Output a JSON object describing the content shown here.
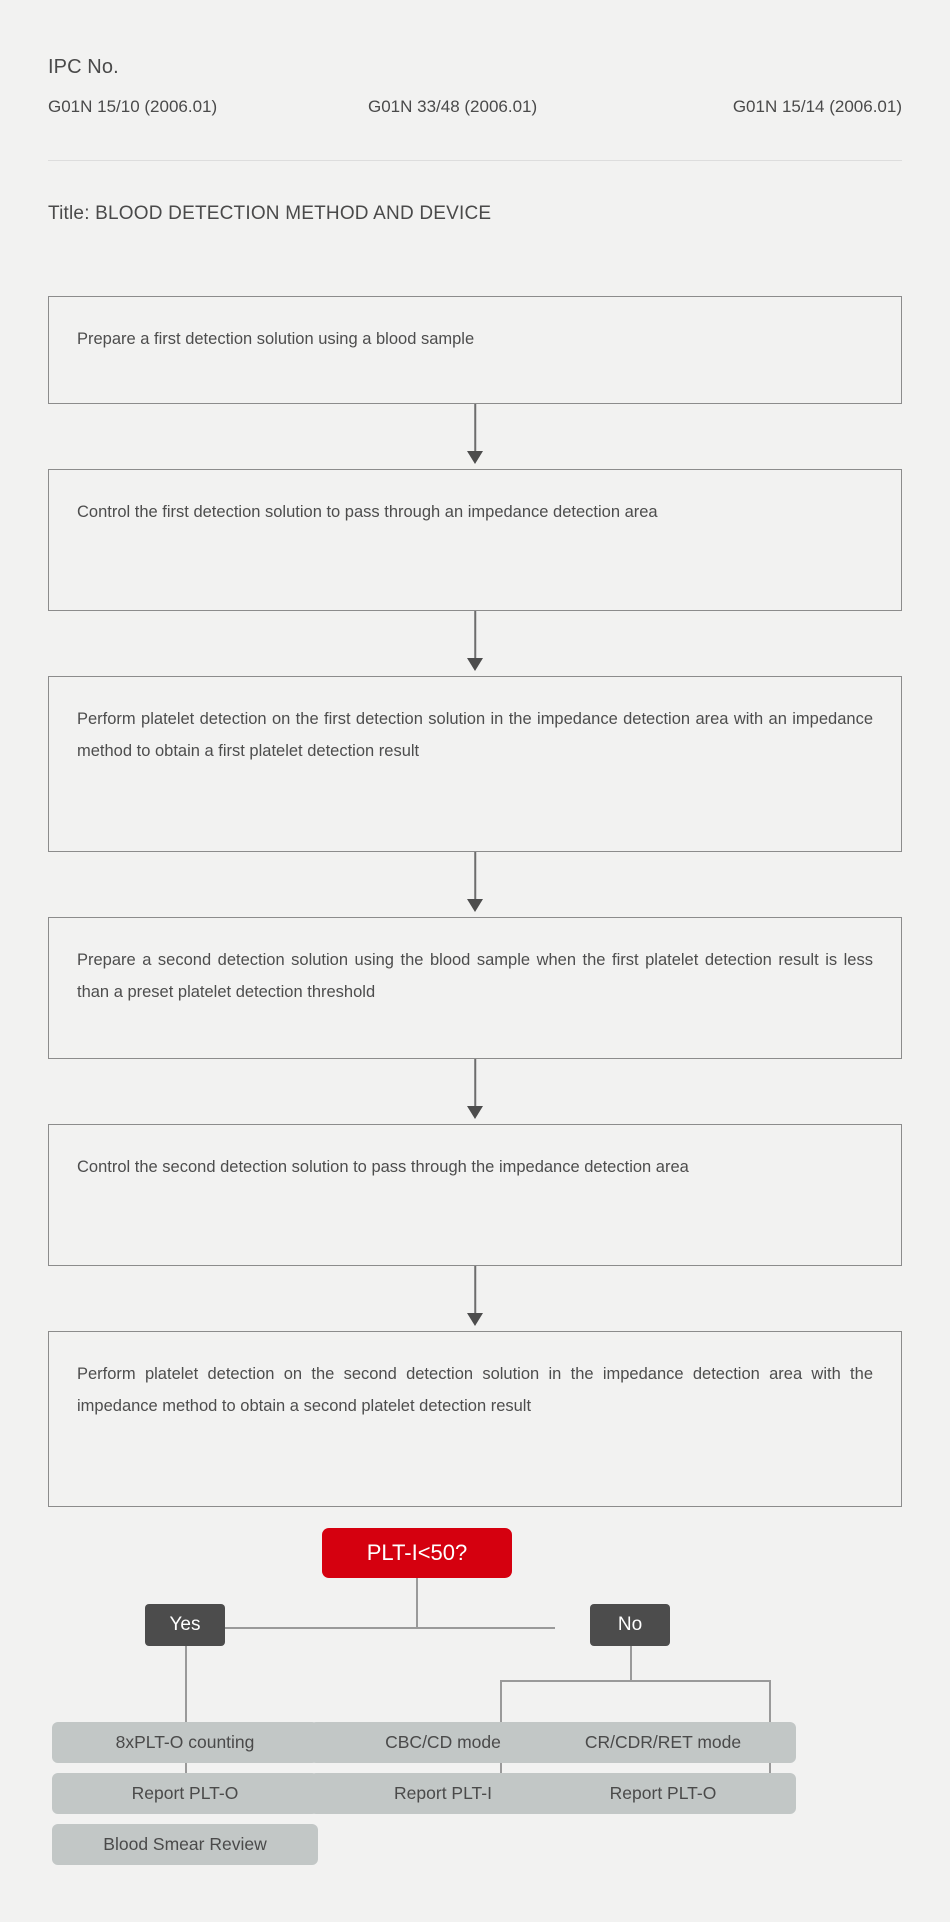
{
  "header": {
    "ipc_label": "IPC No.",
    "ipc_codes": [
      "G01N 15/10 (2006.01)",
      "G01N 33/48 (2006.01)",
      "G01N 15/14 (2006.01)"
    ],
    "title": "Title: BLOOD DETECTION METHOD AND DEVICE"
  },
  "flow": {
    "steps": [
      {
        "text": "Prepare a first detection solution using a blood sample"
      },
      {
        "text": "Control the first detection solution to pass through an impedance detection area"
      },
      {
        "text": "Perform platelet detection on the first detection solution in the impedance detection area with an impedance method to obtain a first platelet detection result"
      },
      {
        "text": "Prepare a second detection solution using the blood sample when the first platelet detection result is less than a preset platelet detection threshold"
      },
      {
        "text": "Control the second detection solution to pass through the impedance detection area"
      },
      {
        "text": "Perform platelet detection on the second detection solution in the impedance detection area with the impedance method to obtain a second platelet detection result"
      }
    ]
  },
  "tree": {
    "decision": "PLT-I<50?",
    "branch_yes": "Yes",
    "branch_no": "No",
    "yes_path": [
      "8xPLT-O counting",
      "Report PLT-O",
      "Blood Smear Review"
    ],
    "no_path_left": [
      "CBC/CD mode",
      "Report PLT-I"
    ],
    "no_path_right": [
      "CR/CDR/RET mode",
      "Report PLT-O"
    ]
  },
  "colors": {
    "page_background": "#f2f2f1",
    "decision_red": "#d5000f",
    "branch_gray": "#4c4c4c",
    "result_gray": "#c2c7c6",
    "box_border": "#8c8c8c",
    "text": "#4d4d4d",
    "connector": "#9a9a9a"
  }
}
